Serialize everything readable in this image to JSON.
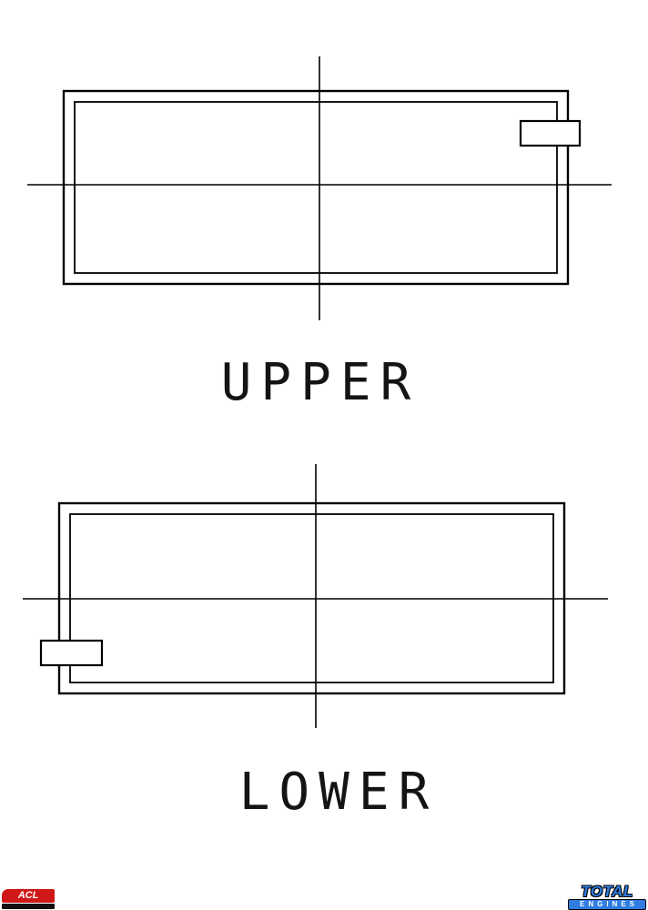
{
  "drawings": {
    "upper": {
      "label": "UPPER"
    },
    "lower": {
      "label": "LOWER"
    }
  },
  "footer": {
    "acl_logo": {
      "text": "ACL"
    },
    "total_engines_logo": {
      "line1": "TOTAL",
      "line2": "ENGINES"
    }
  },
  "colors": {
    "line": "#000000",
    "background": "#ffffff",
    "acl_red": "#d01818",
    "acl_black": "#111111",
    "total_engines_blue": "#2f7de0"
  }
}
